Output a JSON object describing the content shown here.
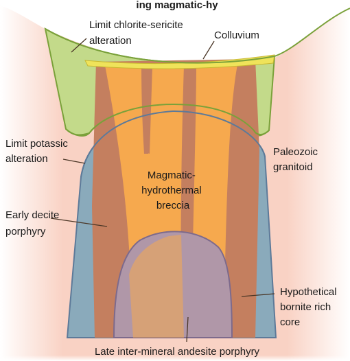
{
  "title_fragment": "ing magmatic-hy",
  "labels": {
    "chlorite_sericite": [
      "Limit chlorite-sericite",
      "alteration"
    ],
    "colluvium": [
      "Colluvium"
    ],
    "potassic": [
      "Limit potassic",
      "alteration"
    ],
    "granitoid": [
      "Paleozoic",
      "granitoid"
    ],
    "breccia": [
      "Magmatic-",
      "hydrothermal",
      "breccia"
    ],
    "decite": [
      "Early decite",
      "porphyry"
    ],
    "bornite": [
      "Hypothetical",
      "bornite rich",
      "core"
    ],
    "andesite": [
      "Late inter-mineral andesite porphyry"
    ]
  },
  "colors": {
    "background": "#f9d2c4",
    "chlorite_sericite_zone": "#c3da8a",
    "colluvium": "#efe35a",
    "potassic_zone": "#8aaabb",
    "decite_porphyry": "#c47f5f",
    "breccia": "#f6a94e",
    "andesite_core": "#b097a8",
    "outline_green": "#7aa13a",
    "outline_blue": "#5d7a99",
    "outline_purple": "#7d6a8c"
  }
}
